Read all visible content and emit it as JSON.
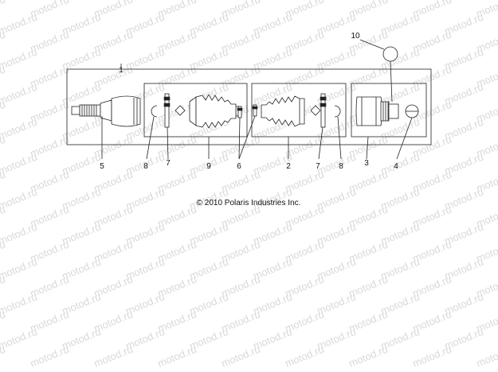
{
  "watermark": {
    "text": "motod.ru"
  },
  "diagram": {
    "copyright": "© 2010 Polaris Industries Inc.",
    "callouts": {
      "c1": "1",
      "c2": "2",
      "c3": "3",
      "c4": "4",
      "c5": "5",
      "c6": "6",
      "c7a": "7",
      "c7b": "7",
      "c8a": "8",
      "c8b": "8",
      "c9": "9",
      "c10": "10"
    }
  }
}
